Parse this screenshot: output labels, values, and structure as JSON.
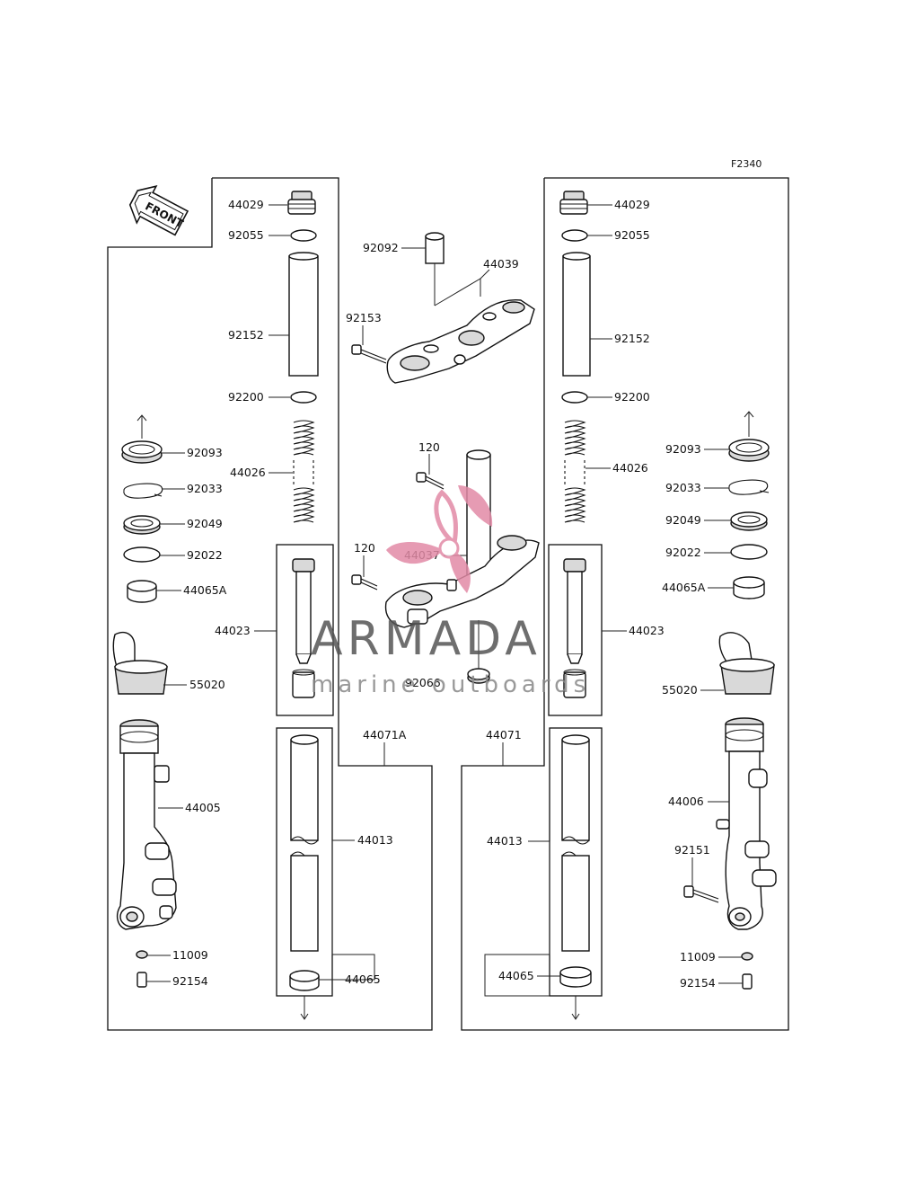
{
  "diagram_code": "F2340",
  "front_arrow_label": "FRONT",
  "watermark": {
    "brand": "ARMADA",
    "tagline": "marine outboards",
    "logo_color": "#e28aa6"
  },
  "labels": {
    "p44029_l": "44029",
    "p92055_l": "92055",
    "p92152_l": "92152",
    "p92200_l": "92200",
    "p92093_l": "92093",
    "p44026_l": "44026",
    "p92033_l": "92033",
    "p92049_l": "92049",
    "p92022_l": "92022",
    "p44065A_l": "44065A",
    "p44023_l": "44023",
    "p55020_l": "55020",
    "p44005": "44005",
    "p44013_l": "44013",
    "p44071A": "44071A",
    "p11009_l": "11009",
    "p92154_l": "92154",
    "p44065_l": "44065",
    "p92092": "92092",
    "p44039": "44039",
    "p92153": "92153",
    "p120_a": "120",
    "p120_b": "120",
    "p44037": "44037",
    "p92066": "92066",
    "p44029_r": "44029",
    "p92055_r": "92055",
    "p92152_r": "92152",
    "p92200_r": "92200",
    "p92093_r": "92093",
    "p44026_r": "44026",
    "p92033_r": "92033",
    "p92049_r": "92049",
    "p92022_r": "92022",
    "p44065A_r": "44065A",
    "p44023_r": "44023",
    "p55020_r": "55020",
    "p44006": "44006",
    "p92151": "92151",
    "p44013_r": "44013",
    "p44071": "44071",
    "p11009_r": "11009",
    "p92154_r": "92154",
    "p44065_r": "44065"
  }
}
